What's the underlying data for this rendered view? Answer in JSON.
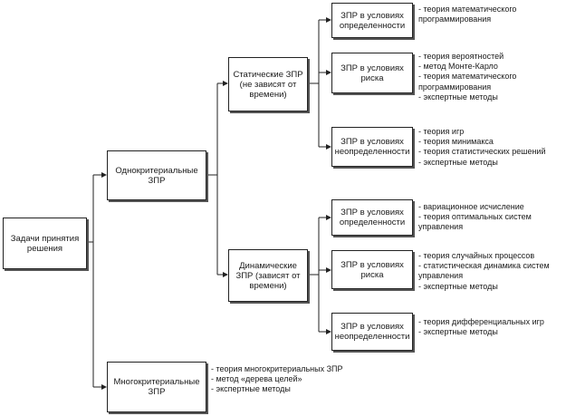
{
  "nodes": {
    "root": "Задачи принятия решения",
    "single_criteria": "Однокритериальные ЗПР",
    "multi_criteria": "Многокритериальные ЗПР",
    "static": "Статические ЗПР (не зависят от времени)",
    "dynamic": "Динамические ЗПР (зависят от времени)",
    "static_certainty": "ЗПР в условиях определенности",
    "static_risk": "ЗПР в условиях риска",
    "static_uncertainty": "ЗПР в условиях неопределенности",
    "dynamic_certainty": "ЗПР в условиях определенности",
    "dynamic_risk": "ЗПР в условиях риска",
    "dynamic_uncertainty": "ЗПР в условиях неопределенности"
  },
  "notes": {
    "static_certainty": [
      "- теория математического",
      "программирования"
    ],
    "static_risk": [
      "- теория вероятностей",
      "- метод Монте-Карло",
      "- теория математического",
      "программирования",
      "- экспертные методы"
    ],
    "static_uncertainty": [
      "- теория игр",
      "- теория минимакса",
      "- теория статистических решений",
      "- экспертные методы"
    ],
    "dynamic_certainty": [
      "- вариационное исчисление",
      "- теория оптимальных систем",
      "управления"
    ],
    "dynamic_risk": [
      "- теория случайных процессов",
      "- статистическая динамика систем",
      "управления",
      "- экспертные методы"
    ],
    "dynamic_uncertainty": [
      "- теория дифференциальных игр",
      "- экспертные методы"
    ],
    "multi_criteria": [
      "- теория многокритериальных ЗПР",
      "- метод «дерева целей»",
      "- экспертные методы"
    ]
  }
}
